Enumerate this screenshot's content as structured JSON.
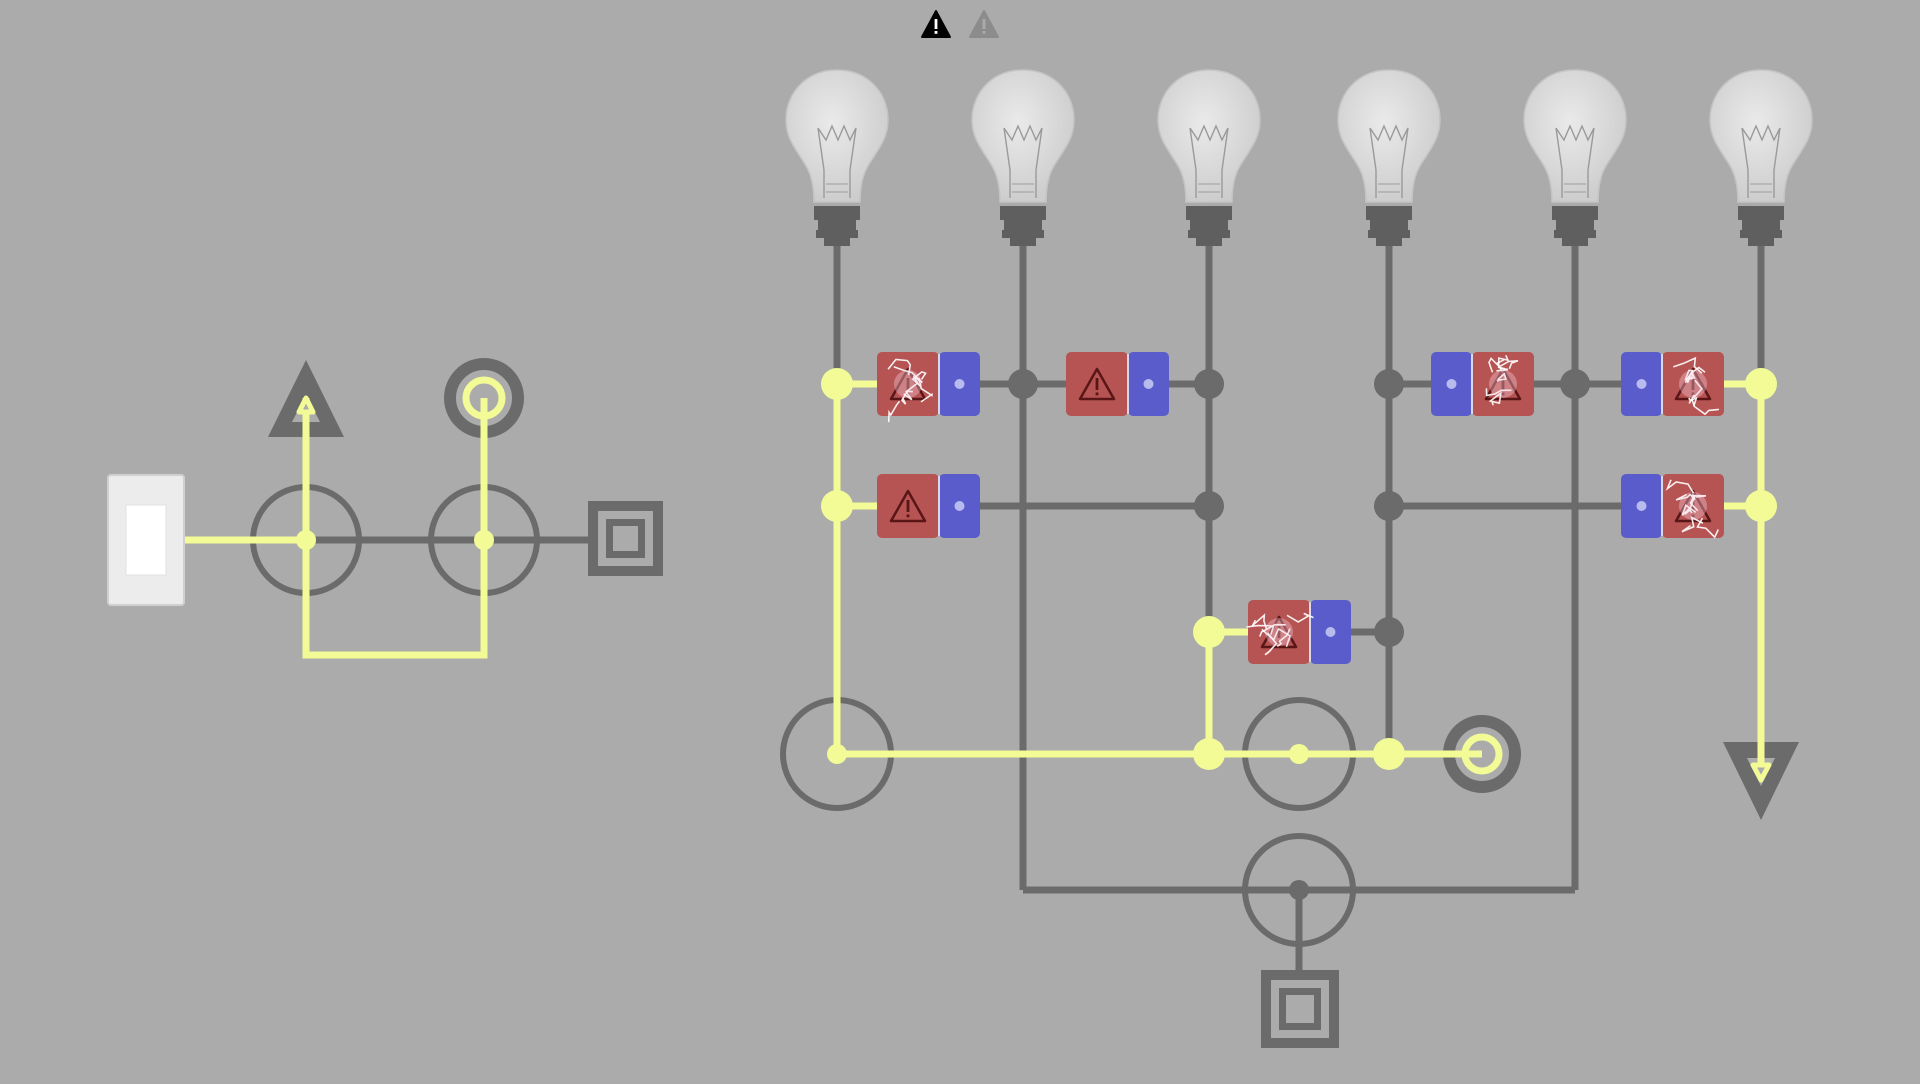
{
  "colors": {
    "background": "#ababab",
    "wire_off": "#6b6b6b",
    "wire_on": "#f2fb96",
    "node_off": "#6b6b6b",
    "node_on": "#f2fb96",
    "breaker_red": "#b65353",
    "breaker_blue": "#5a5ccb",
    "warning_dark": "#000000",
    "warning_faded": "#8c8c8c",
    "spark": "#ffffff",
    "switch_plate": "#ececec"
  },
  "hud": {
    "warning_icons": [
      {
        "name": "warning-icon-active",
        "state": "active"
      },
      {
        "name": "warning-icon-inactive",
        "state": "inactive"
      }
    ]
  },
  "bulbs": [
    {
      "id": 1,
      "lit": false
    },
    {
      "id": 2,
      "lit": false
    },
    {
      "id": 3,
      "lit": false
    },
    {
      "id": 4,
      "lit": false
    },
    {
      "id": 5,
      "lit": false
    },
    {
      "id": 6,
      "lit": false
    }
  ],
  "breakers": [
    {
      "id": "a",
      "state": "sparking"
    },
    {
      "id": "b",
      "state": "tripped"
    },
    {
      "id": "c",
      "state": "tripped"
    },
    {
      "id": "d",
      "state": "sparking"
    },
    {
      "id": "e",
      "state": "sparking"
    },
    {
      "id": "f",
      "state": "sparking"
    },
    {
      "id": "g",
      "state": "sparking"
    }
  ],
  "switch": {
    "name": "wall-switch",
    "state": "on"
  },
  "icons": {
    "output_up": "triangle-up-icon",
    "output_down": "triangle-down-icon",
    "terminal_ring": "ring-terminal-icon",
    "terminal_square": "square-terminal-icon",
    "warning": "warning-triangle-icon",
    "bulb": "light-bulb-icon"
  }
}
